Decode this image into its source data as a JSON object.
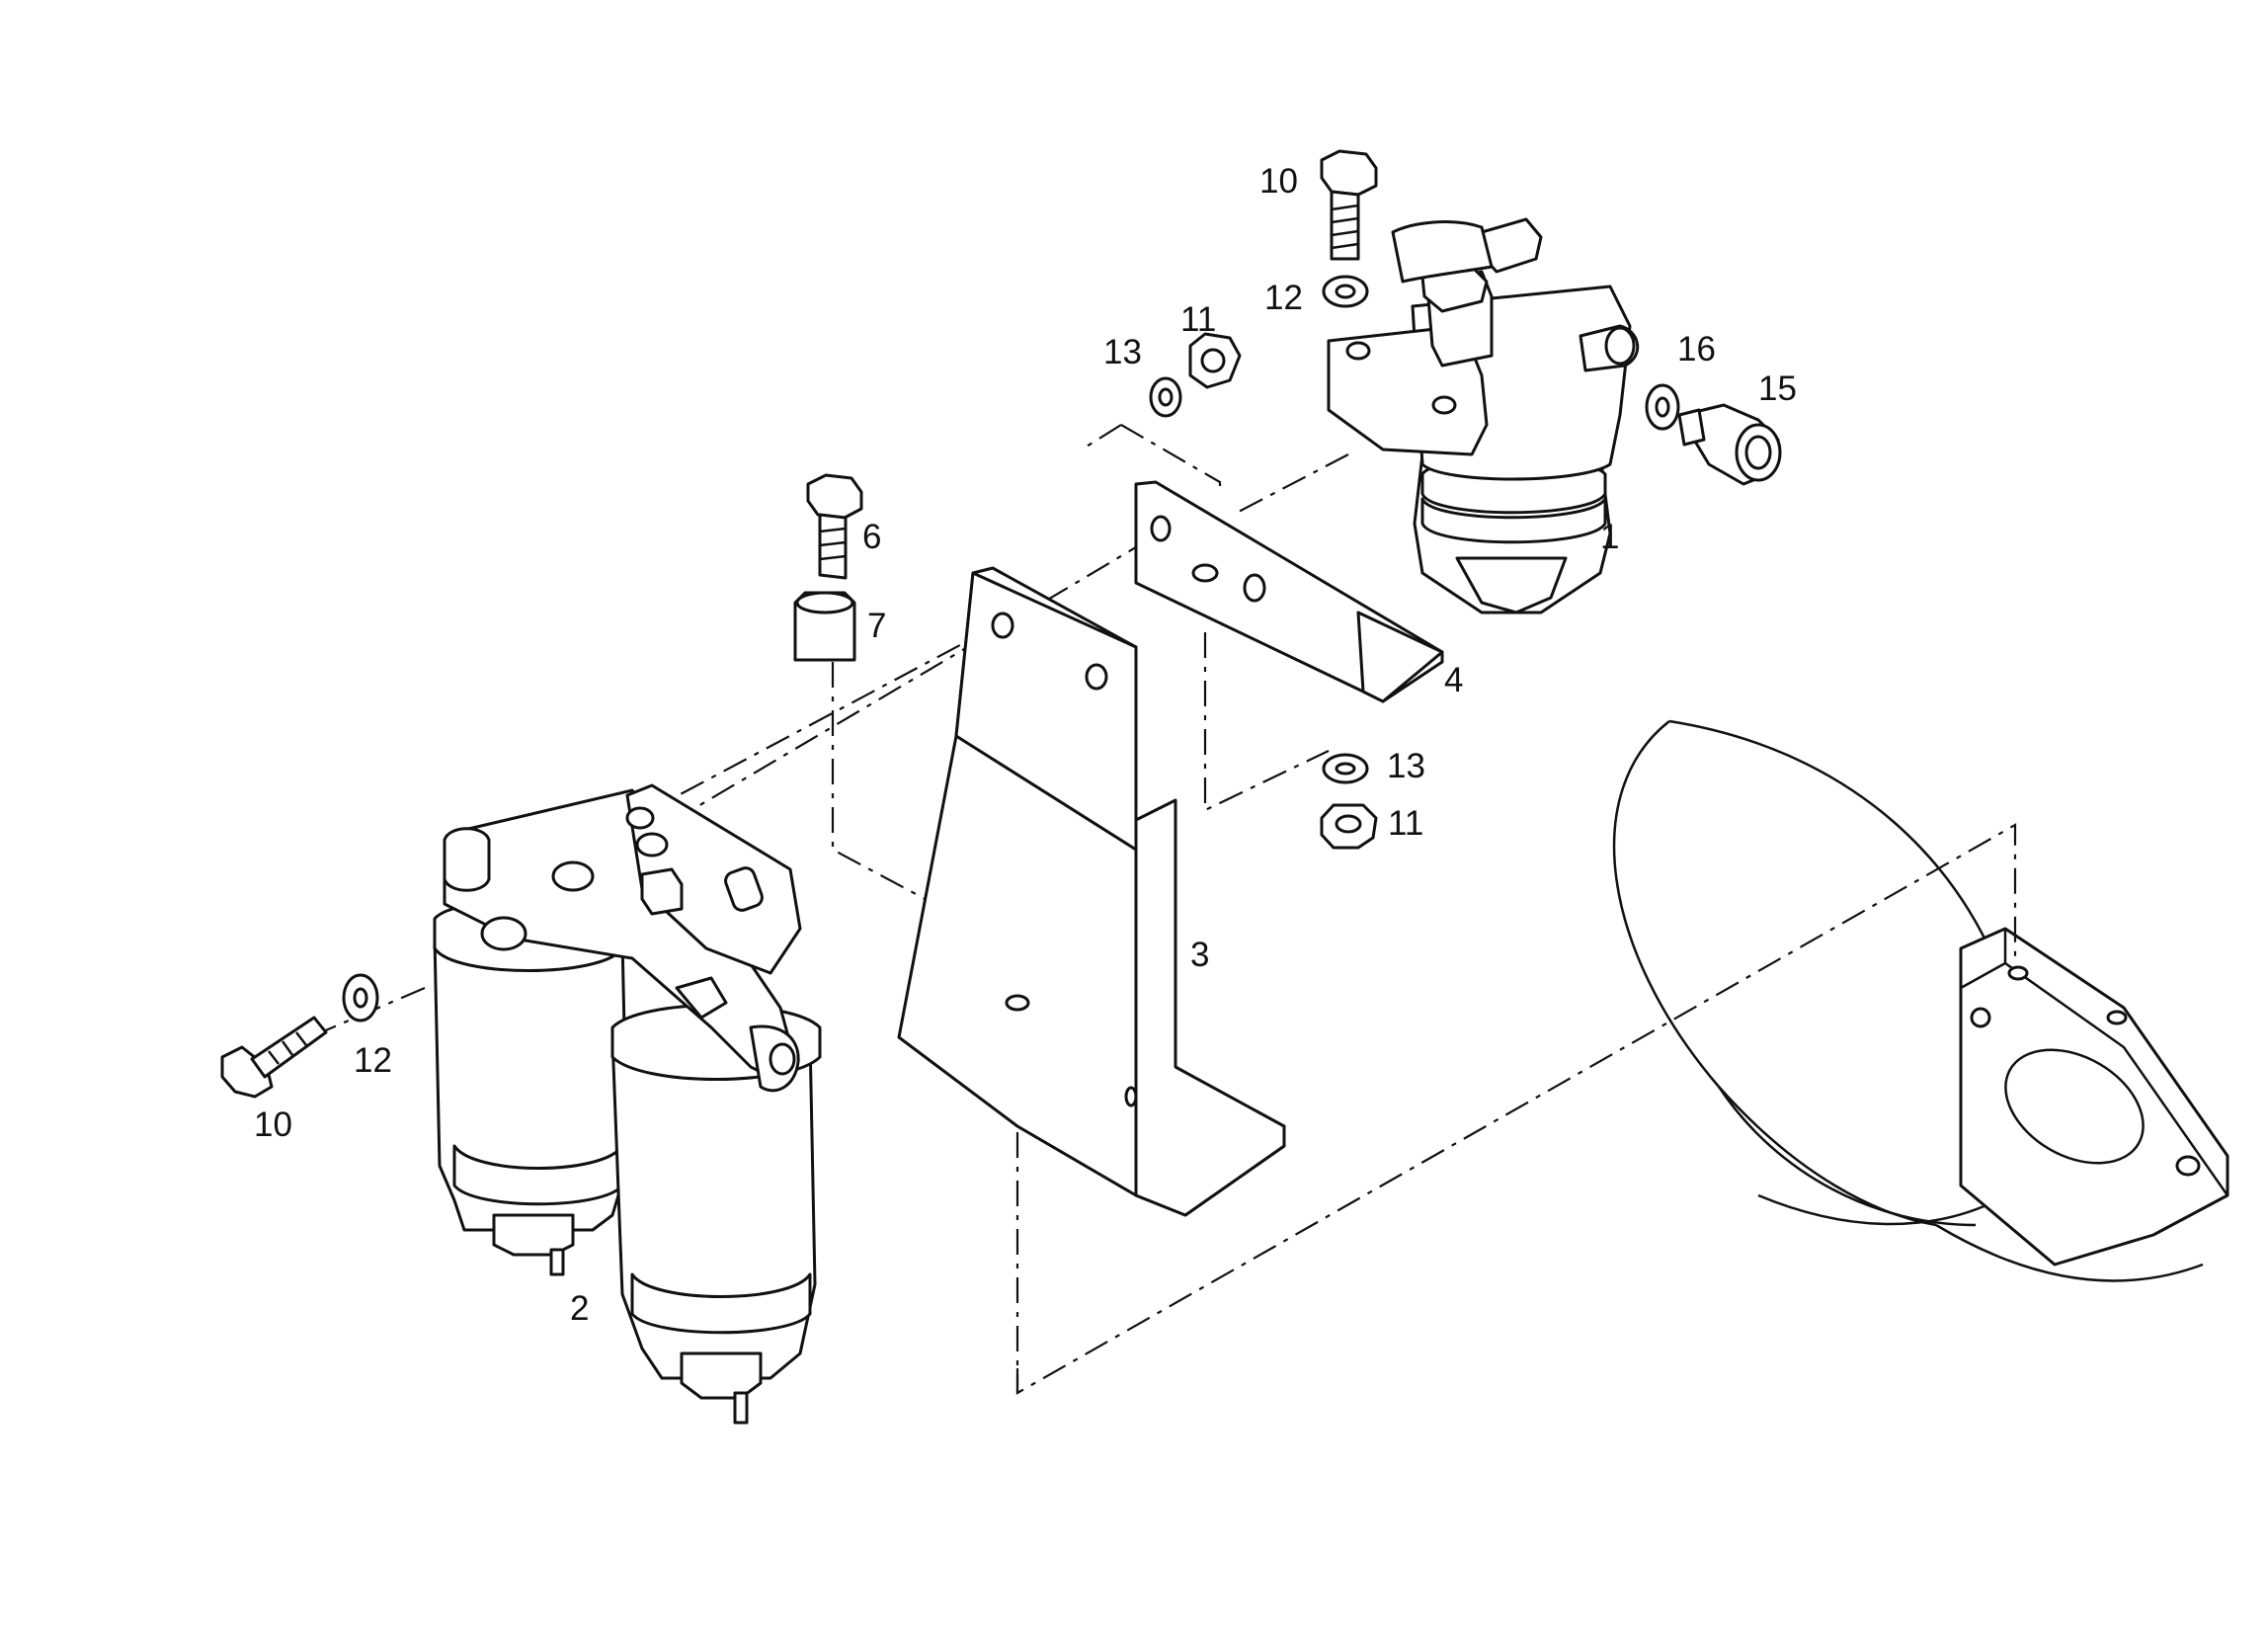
{
  "part_labels": [
    {
      "id": "lbl-1",
      "text": "1"
    },
    {
      "id": "lbl-2",
      "text": "2"
    },
    {
      "id": "lbl-3",
      "text": "3"
    },
    {
      "id": "lbl-4",
      "text": "4"
    },
    {
      "id": "lbl-6",
      "text": "6"
    },
    {
      "id": "lbl-7",
      "text": "7"
    },
    {
      "id": "lbl-10a",
      "text": "10"
    },
    {
      "id": "lbl-10b",
      "text": "10"
    },
    {
      "id": "lbl-11a",
      "text": "11"
    },
    {
      "id": "lbl-11b",
      "text": "11"
    },
    {
      "id": "lbl-12a",
      "text": "12"
    },
    {
      "id": "lbl-12b",
      "text": "12"
    },
    {
      "id": "lbl-13a",
      "text": "13"
    },
    {
      "id": "lbl-13b",
      "text": "13"
    },
    {
      "id": "lbl-15",
      "text": "15"
    },
    {
      "id": "lbl-16",
      "text": "16"
    }
  ],
  "colors": {
    "line": "#111111",
    "background": "#ffffff"
  }
}
